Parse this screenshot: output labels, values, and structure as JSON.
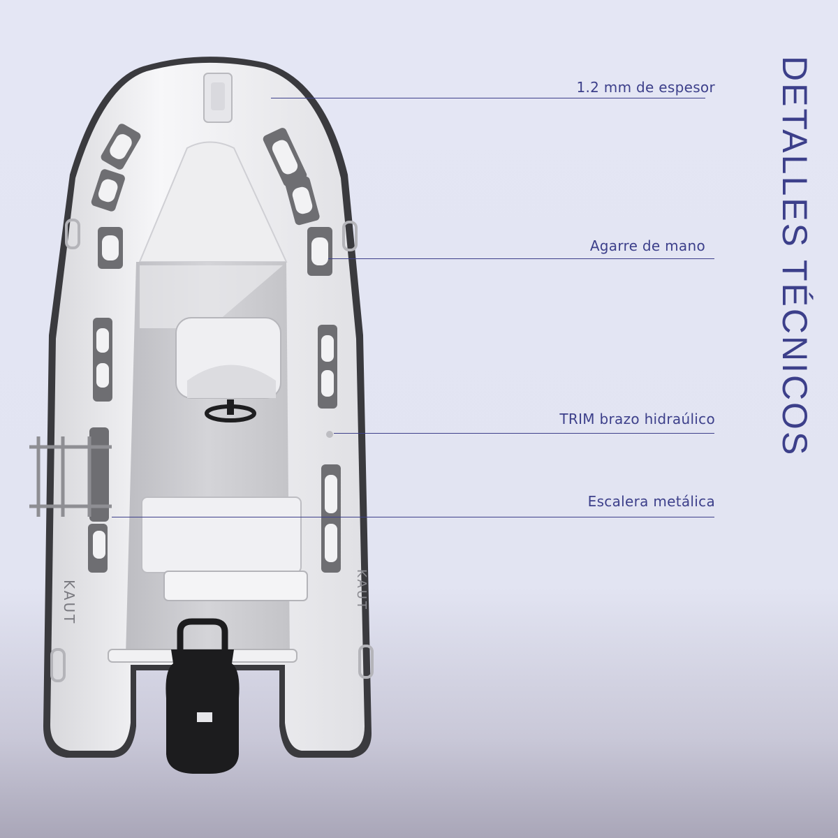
{
  "title": "DETALLES TÉCNICOS",
  "brand_on_hull": "KAUT",
  "callouts": [
    {
      "id": "thickness",
      "label": "1.2 mm de espesor"
    },
    {
      "id": "handgrip",
      "label": "Agarre de mano"
    },
    {
      "id": "trim",
      "label": "TRIM brazo hidraúlico"
    },
    {
      "id": "ladder",
      "label": "Escalera metálica"
    }
  ],
  "colors": {
    "accent": "#3c3f8a",
    "hull": "#f2f2f4",
    "deck": "#c8c8cc",
    "grip": "#6e6e72",
    "motor": "#1c1c1e"
  },
  "icons": [
    "boat-icon",
    "steering-wheel-icon",
    "outboard-motor-icon",
    "ladder-icon"
  ]
}
